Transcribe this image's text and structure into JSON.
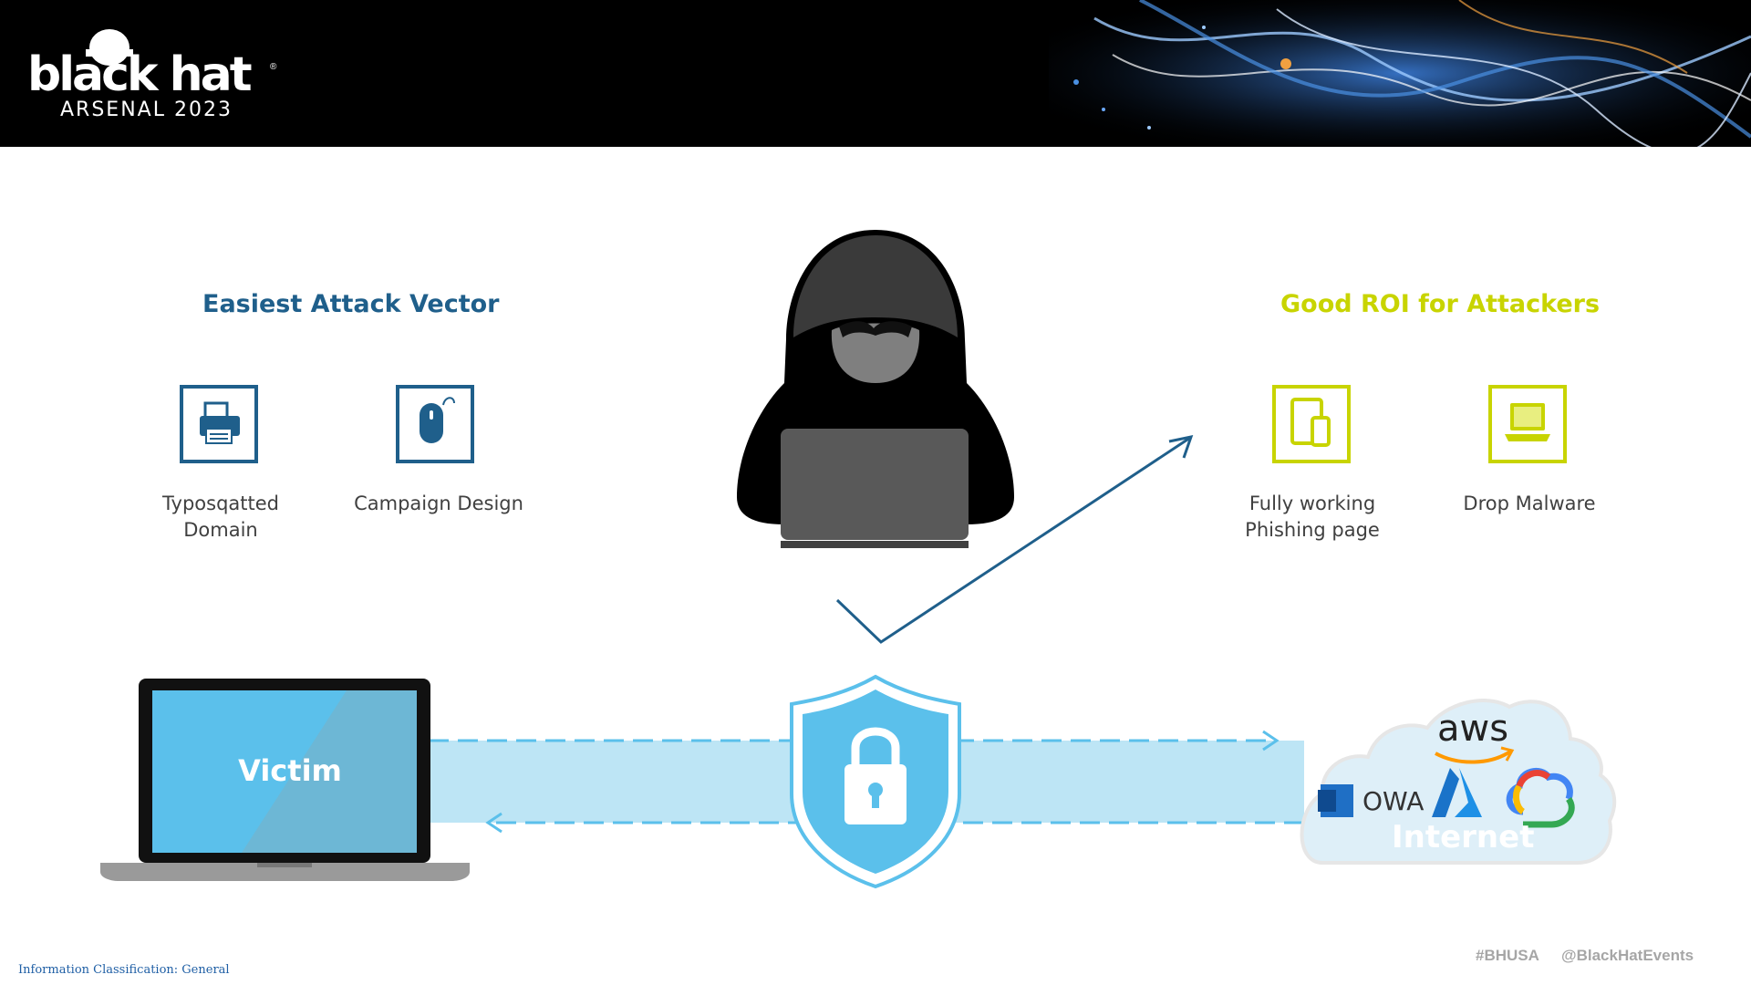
{
  "header": {
    "logo_main": "black hat",
    "logo_reg": "®",
    "logo_sub": "ARSENAL 2023"
  },
  "left_section": {
    "title": "Easiest Attack Vector",
    "color": "#1f5f8b",
    "items": [
      {
        "label_line1": "Typosqatted",
        "label_line2": "Domain",
        "icon": "printer-icon"
      },
      {
        "label_line1": "Campaign Design",
        "label_line2": "",
        "icon": "mouse-icon"
      }
    ]
  },
  "right_section": {
    "title": "Good ROI for Attackers",
    "color": "#c8d400",
    "items": [
      {
        "label_line1": "Fully working",
        "label_line2": "Phishing page",
        "icon": "tablet-phone-icon"
      },
      {
        "label_line1": "Drop Malware",
        "label_line2": "",
        "icon": "laptop-icon"
      }
    ]
  },
  "victim": {
    "label": "Victim"
  },
  "cloud": {
    "label": "Internet",
    "services": {
      "aws": "aws",
      "owa": "OWA"
    }
  },
  "footer": {
    "classification": "Information Classification: General",
    "hashtag": "#BHUSA",
    "handle": "@BlackHatEvents"
  },
  "colors": {
    "dark_blue": "#1f5f8b",
    "lime": "#c8d400",
    "light_blue": "#5bc0eb",
    "band_blue": "#bde5f5"
  }
}
